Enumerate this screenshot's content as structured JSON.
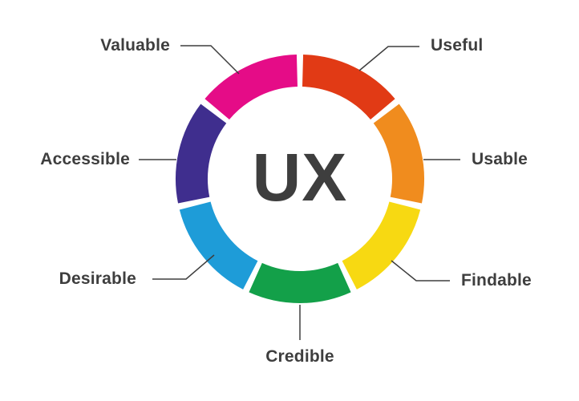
{
  "chart_data": {
    "type": "pie",
    "subtype": "segmented-donut",
    "title": "",
    "center_label": "UX",
    "order": "clockwise-from-top",
    "equal_segments": true,
    "segments": [
      {
        "label": "Useful",
        "color": "#E13A15",
        "value": 1
      },
      {
        "label": "Usable",
        "color": "#F08C1E",
        "value": 1
      },
      {
        "label": "Findable",
        "color": "#F7D912",
        "value": 1
      },
      {
        "label": "Credible",
        "color": "#13A049",
        "value": 1
      },
      {
        "label": "Desirable",
        "color": "#1E9CD8",
        "value": 1
      },
      {
        "label": "Accessible",
        "color": "#3F2E8E",
        "value": 1
      },
      {
        "label": "Valuable",
        "color": "#E50C87",
        "value": 1
      }
    ],
    "label_color": "#3E3E3E",
    "center_label_color": "#3E3E3E",
    "leader_line_color": "#3E3E3E",
    "background_color": "#FFFFFF"
  }
}
